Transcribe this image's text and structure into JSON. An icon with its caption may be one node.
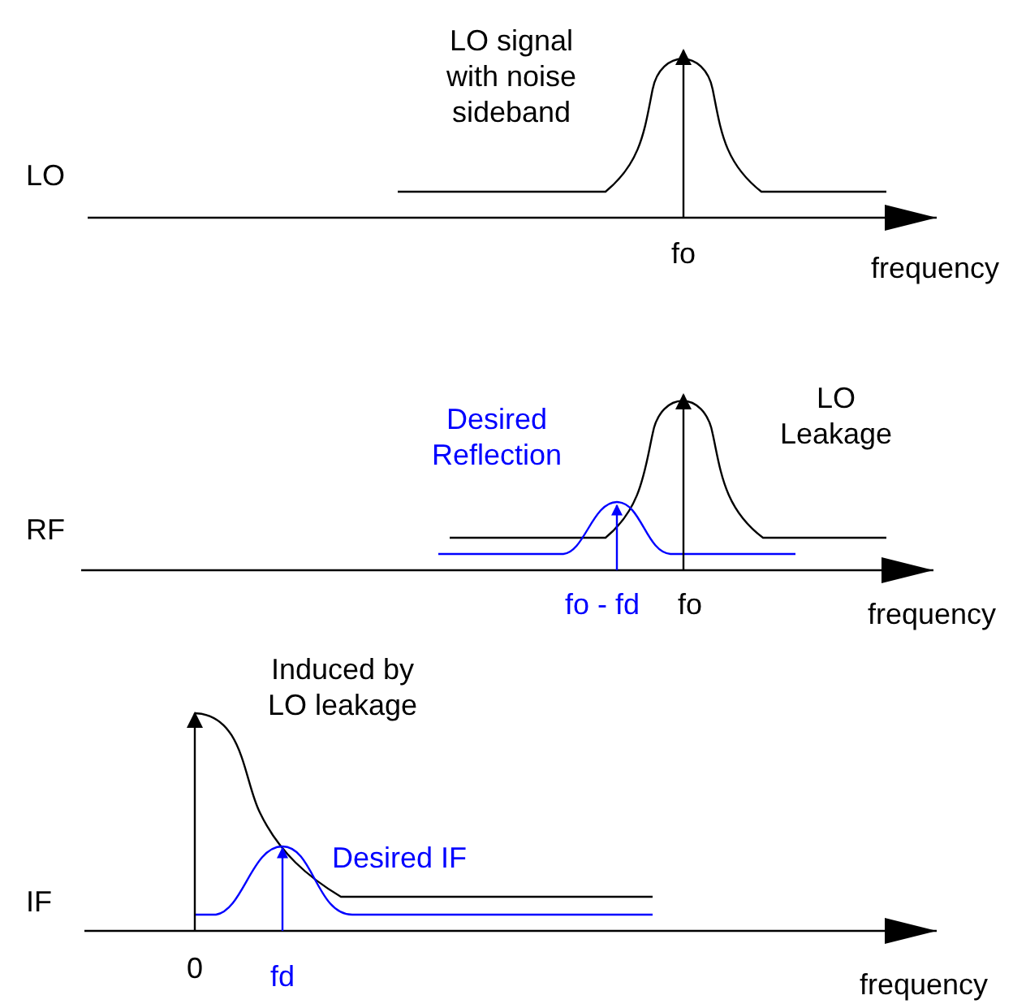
{
  "diagram": {
    "labels": [
      "LO signal with noise sideband",
      "LO",
      "fo",
      "frequency",
      "Desired Reflection",
      "LO Leakage",
      "RF",
      "fo - fd",
      "fo",
      "frequency",
      "Induced by LO leakage",
      "Desired IF",
      "IF",
      "0",
      "fd",
      "frequency"
    ]
  }
}
